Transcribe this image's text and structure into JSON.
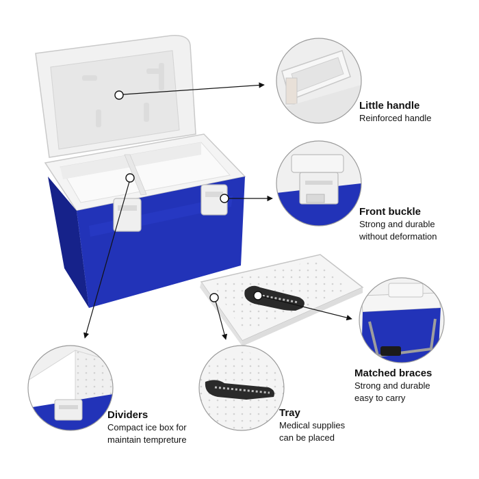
{
  "colors": {
    "box_blue": "#2233b8",
    "box_blue_dark": "#16228a",
    "lid_white": "#f2f2f2",
    "outline_gray": "#b5b5b5",
    "pointer": "#111111",
    "strap_dark": "#2a2a2a"
  },
  "features": [
    {
      "id": "handle",
      "title": "Little handle",
      "desc_lines": [
        "Reinforced handle"
      ]
    },
    {
      "id": "buckle",
      "title": "Front buckle",
      "desc_lines": [
        "Strong and durable",
        "without deformation"
      ]
    },
    {
      "id": "braces",
      "title": "Matched braces",
      "desc_lines": [
        "Strong and durable",
        "easy to carry"
      ]
    },
    {
      "id": "dividers",
      "title": "Dividers",
      "desc_lines": [
        "Compact ice box for",
        "maintain tempreture"
      ]
    },
    {
      "id": "tray",
      "title": "Tray",
      "desc_lines": [
        "Medical supplies",
        "can be placed"
      ]
    }
  ]
}
